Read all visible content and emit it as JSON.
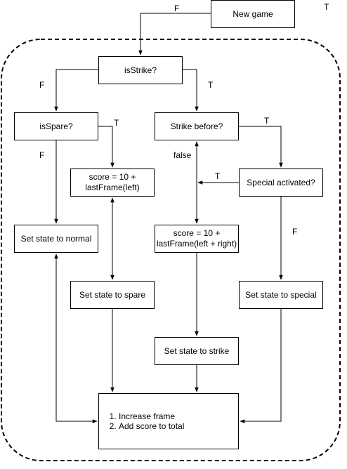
{
  "nodes": {
    "new_game": "New game",
    "is_strike": "isStrike?",
    "is_spare": "isSpare?",
    "strike_before": "Strike before?",
    "score_spare": [
      "score = 10 +",
      "lastFrame(left)"
    ],
    "special_activated": "Special activated?",
    "set_normal": "Set state to normal",
    "score_strike": [
      "score =  10 +",
      "lastFrame(left + right)"
    ],
    "set_spare": "Set state to spare",
    "set_special": "Set state to special",
    "set_strike": "Set state to strike",
    "final_steps": [
      "Increase frame",
      "Add score to total"
    ]
  },
  "labels": {
    "new_game_f": "F",
    "new_game_t": "T",
    "is_strike_f": "F",
    "is_strike_t": "T",
    "is_spare_t": "T",
    "is_spare_f": "F",
    "strike_before_t": "T",
    "strike_before_false": "false",
    "special_t": "T",
    "special_f": "F"
  }
}
